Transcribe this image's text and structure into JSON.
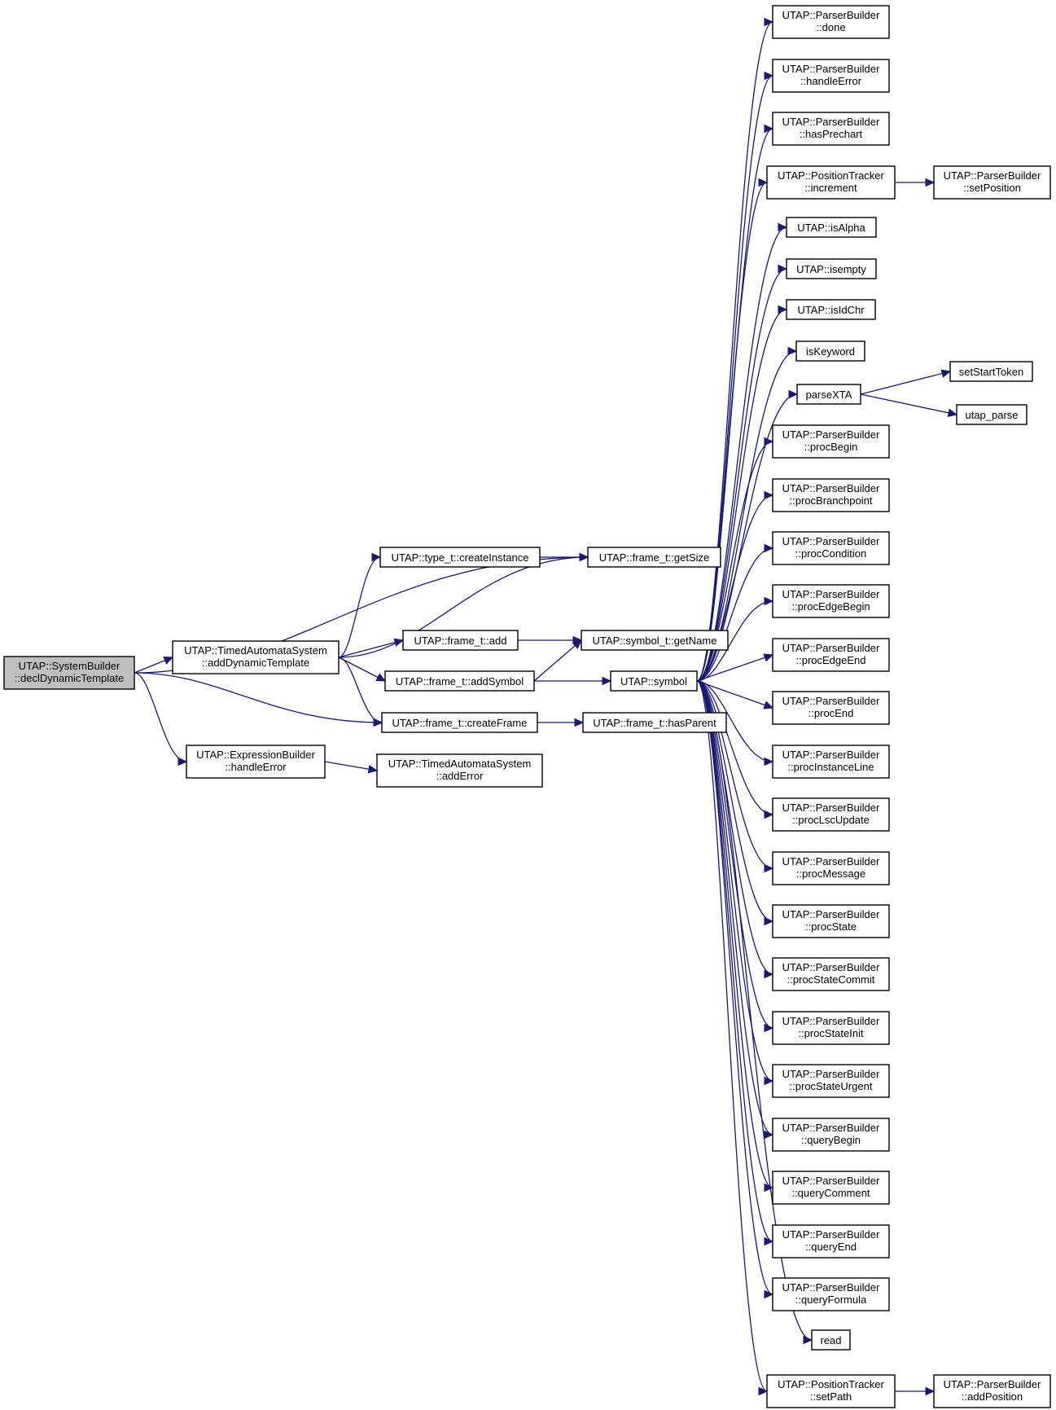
{
  "nodes": [
    {
      "id": "decl",
      "lines": [
        "UTAP::SystemBuilder",
        "::declDynamicTemplate"
      ],
      "root": true
    },
    {
      "id": "addDyn",
      "lines": [
        "UTAP::TimedAutomataSystem",
        "::addDynamicTemplate"
      ]
    },
    {
      "id": "hErrE",
      "lines": [
        "UTAP::ExpressionBuilder",
        "::handleError"
      ]
    },
    {
      "id": "addErr",
      "lines": [
        "UTAP::TimedAutomataSystem",
        "::addError"
      ]
    },
    {
      "id": "createInst",
      "lines": [
        "UTAP::type_t::createInstance"
      ]
    },
    {
      "id": "getSize",
      "lines": [
        "UTAP::frame_t::getSize"
      ]
    },
    {
      "id": "fadd",
      "lines": [
        "UTAP::frame_t::add"
      ]
    },
    {
      "id": "getName",
      "lines": [
        "UTAP::symbol_t::getName"
      ]
    },
    {
      "id": "addSym",
      "lines": [
        "UTAP::frame_t::addSymbol"
      ]
    },
    {
      "id": "symbol",
      "lines": [
        "UTAP::symbol"
      ]
    },
    {
      "id": "createFrame",
      "lines": [
        "UTAP::frame_t::createFrame"
      ]
    },
    {
      "id": "hasParent",
      "lines": [
        "UTAP::frame_t::hasParent"
      ]
    },
    {
      "id": "done",
      "lines": [
        "UTAP::ParserBuilder",
        "::done"
      ]
    },
    {
      "id": "handleError",
      "lines": [
        "UTAP::ParserBuilder",
        "::handleError"
      ]
    },
    {
      "id": "hasPrechart",
      "lines": [
        "UTAP::ParserBuilder",
        "::hasPrechart"
      ]
    },
    {
      "id": "increment",
      "lines": [
        "UTAP::PositionTracker",
        "::increment"
      ]
    },
    {
      "id": "setPosition",
      "lines": [
        "UTAP::ParserBuilder",
        "::setPosition"
      ]
    },
    {
      "id": "isAlpha",
      "lines": [
        "UTAP::isAlpha"
      ]
    },
    {
      "id": "isempty",
      "lines": [
        "UTAP::isempty"
      ]
    },
    {
      "id": "isIdChr",
      "lines": [
        "UTAP::isIdChr"
      ]
    },
    {
      "id": "isKeyword",
      "lines": [
        "isKeyword"
      ]
    },
    {
      "id": "parseXTA",
      "lines": [
        "parseXTA"
      ]
    },
    {
      "id": "setStartToken",
      "lines": [
        "setStartToken"
      ]
    },
    {
      "id": "utapParse",
      "lines": [
        "utap_parse"
      ]
    },
    {
      "id": "procBegin",
      "lines": [
        "UTAP::ParserBuilder",
        "::procBegin"
      ]
    },
    {
      "id": "procBranchpoint",
      "lines": [
        "UTAP::ParserBuilder",
        "::procBranchpoint"
      ]
    },
    {
      "id": "procCondition",
      "lines": [
        "UTAP::ParserBuilder",
        "::procCondition"
      ]
    },
    {
      "id": "procEdgeBegin",
      "lines": [
        "UTAP::ParserBuilder",
        "::procEdgeBegin"
      ]
    },
    {
      "id": "procEdgeEnd",
      "lines": [
        "UTAP::ParserBuilder",
        "::procEdgeEnd"
      ]
    },
    {
      "id": "procEnd",
      "lines": [
        "UTAP::ParserBuilder",
        "::procEnd"
      ]
    },
    {
      "id": "procInstanceLine",
      "lines": [
        "UTAP::ParserBuilder",
        "::procInstanceLine"
      ]
    },
    {
      "id": "procLscUpdate",
      "lines": [
        "UTAP::ParserBuilder",
        "::procLscUpdate"
      ]
    },
    {
      "id": "procMessage",
      "lines": [
        "UTAP::ParserBuilder",
        "::procMessage"
      ]
    },
    {
      "id": "procState",
      "lines": [
        "UTAP::ParserBuilder",
        "::procState"
      ]
    },
    {
      "id": "procStateCommit",
      "lines": [
        "UTAP::ParserBuilder",
        "::procStateCommit"
      ]
    },
    {
      "id": "procStateInit",
      "lines": [
        "UTAP::ParserBuilder",
        "::procStateInit"
      ]
    },
    {
      "id": "procStateUrgent",
      "lines": [
        "UTAP::ParserBuilder",
        "::procStateUrgent"
      ]
    },
    {
      "id": "queryBegin",
      "lines": [
        "UTAP::ParserBuilder",
        "::queryBegin"
      ]
    },
    {
      "id": "queryComment",
      "lines": [
        "UTAP::ParserBuilder",
        "::queryComment"
      ]
    },
    {
      "id": "queryEnd",
      "lines": [
        "UTAP::ParserBuilder",
        "::queryEnd"
      ]
    },
    {
      "id": "queryFormula",
      "lines": [
        "UTAP::ParserBuilder",
        "::queryFormula"
      ]
    },
    {
      "id": "read",
      "lines": [
        "read"
      ]
    },
    {
      "id": "setPath",
      "lines": [
        "UTAP::PositionTracker",
        "::setPath"
      ]
    },
    {
      "id": "addPosition",
      "lines": [
        "UTAP::ParserBuilder",
        "::addPosition"
      ]
    }
  ],
  "edges": [
    [
      "decl",
      "getSize"
    ],
    [
      "decl",
      "addDyn"
    ],
    [
      "decl",
      "createFrame"
    ],
    [
      "decl",
      "hErrE"
    ],
    [
      "addDyn",
      "createInst"
    ],
    [
      "addDyn",
      "getSize"
    ],
    [
      "addDyn",
      "fadd"
    ],
    [
      "addDyn",
      "addSym"
    ],
    [
      "addDyn",
      "createFrame"
    ],
    [
      "createInst",
      "getSize"
    ],
    [
      "fadd",
      "getName"
    ],
    [
      "addSym",
      "getName"
    ],
    [
      "addSym",
      "symbol"
    ],
    [
      "createFrame",
      "hasParent"
    ],
    [
      "hErrE",
      "addErr"
    ],
    [
      "symbol",
      "done"
    ],
    [
      "symbol",
      "handleError"
    ],
    [
      "symbol",
      "hasPrechart"
    ],
    [
      "symbol",
      "increment"
    ],
    [
      "symbol",
      "isAlpha"
    ],
    [
      "symbol",
      "isempty"
    ],
    [
      "symbol",
      "isIdChr"
    ],
    [
      "symbol",
      "isKeyword"
    ],
    [
      "symbol",
      "parseXTA"
    ],
    [
      "symbol",
      "procBegin"
    ],
    [
      "symbol",
      "procBranchpoint"
    ],
    [
      "symbol",
      "procCondition"
    ],
    [
      "symbol",
      "procEdgeBegin"
    ],
    [
      "symbol",
      "procEdgeEnd"
    ],
    [
      "symbol",
      "procEnd"
    ],
    [
      "symbol",
      "procInstanceLine"
    ],
    [
      "symbol",
      "procLscUpdate"
    ],
    [
      "symbol",
      "procMessage"
    ],
    [
      "symbol",
      "procState"
    ],
    [
      "symbol",
      "procStateCommit"
    ],
    [
      "symbol",
      "procStateInit"
    ],
    [
      "symbol",
      "procStateUrgent"
    ],
    [
      "symbol",
      "queryBegin"
    ],
    [
      "symbol",
      "queryComment"
    ],
    [
      "symbol",
      "queryEnd"
    ],
    [
      "symbol",
      "queryFormula"
    ],
    [
      "symbol",
      "read"
    ],
    [
      "symbol",
      "setPath"
    ],
    [
      "increment",
      "setPosition"
    ],
    [
      "parseXTA",
      "setStartToken"
    ],
    [
      "parseXTA",
      "utapParse"
    ],
    [
      "setPath",
      "addPosition"
    ]
  ],
  "colors": {
    "edge": "#191970",
    "root_fill": "#bfbfbf",
    "node_fill": "#ffffff",
    "border": "#000000"
  }
}
